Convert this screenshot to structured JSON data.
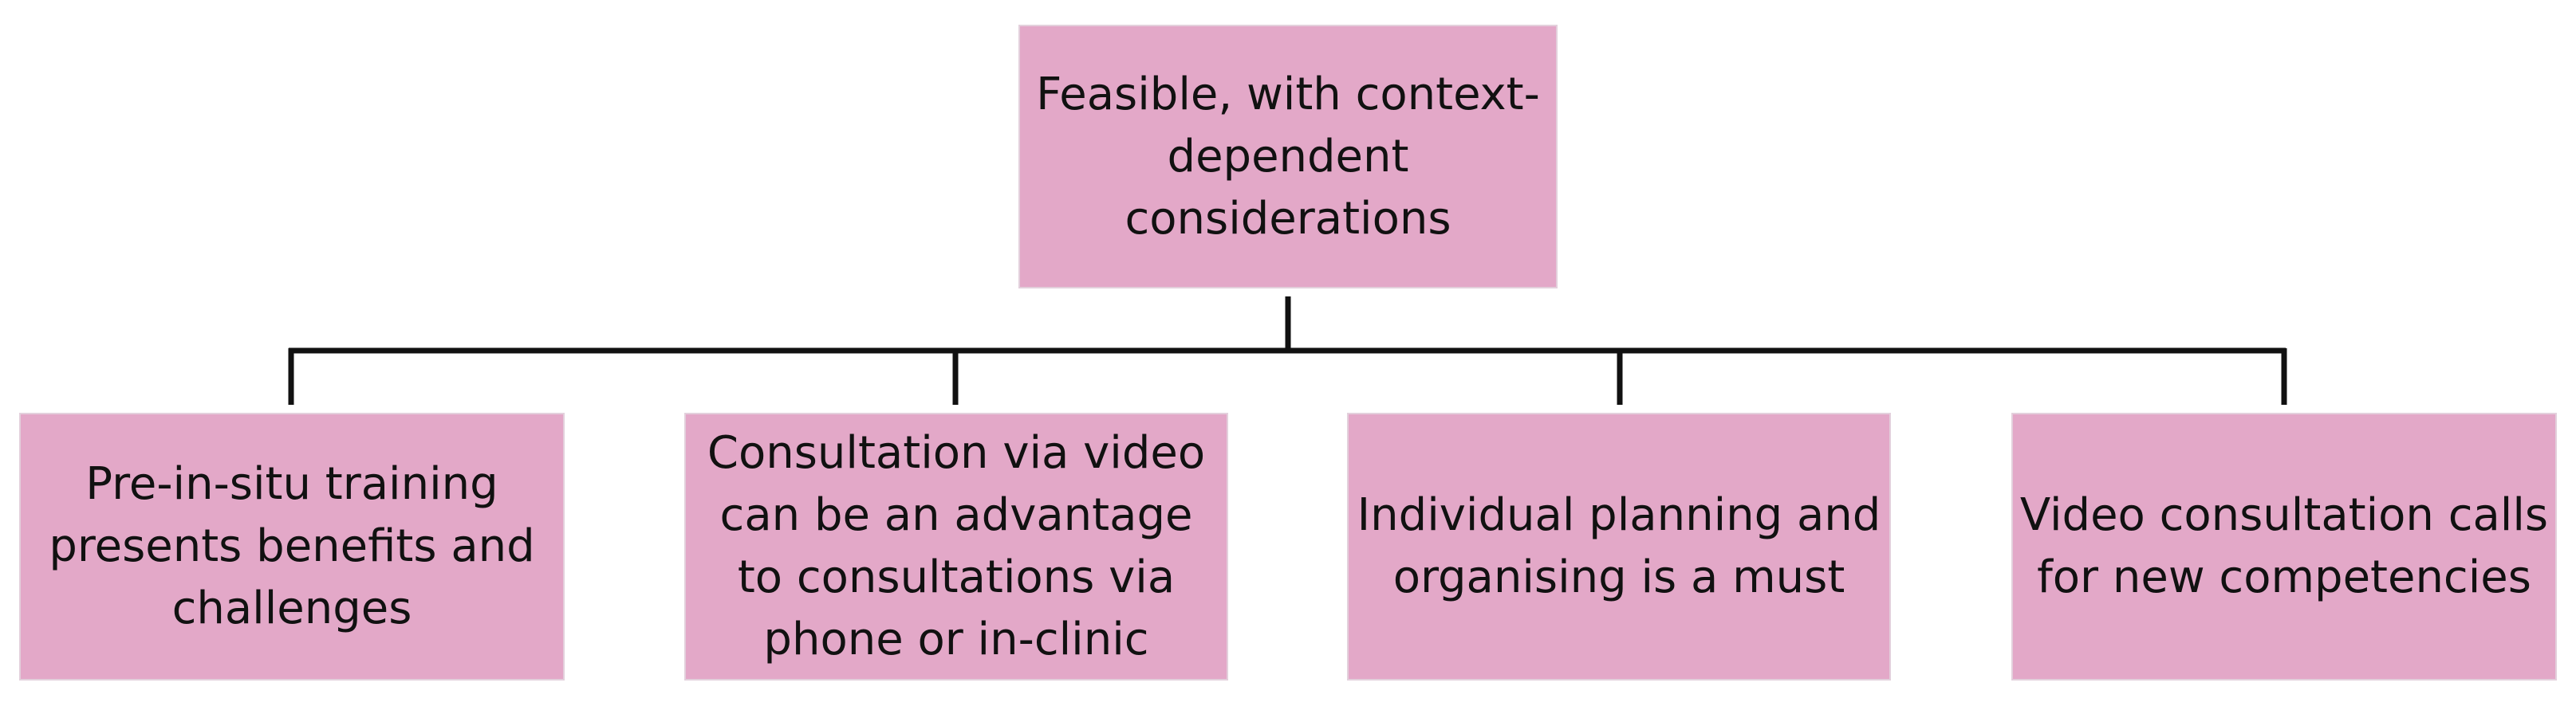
{
  "colors": {
    "box_fill": "#e3a8c8",
    "connector": "#111111"
  },
  "root": {
    "label": "Feasible, with context-dependent considerations"
  },
  "children": [
    {
      "label": "Pre-in-situ training presents benefits and challenges"
    },
    {
      "label": "Consultation via video can be an advantage to consultations via phone or in-clinic"
    },
    {
      "label": "Individual planning and organising is a must"
    },
    {
      "label": "Video consultation calls for new competencies"
    }
  ]
}
